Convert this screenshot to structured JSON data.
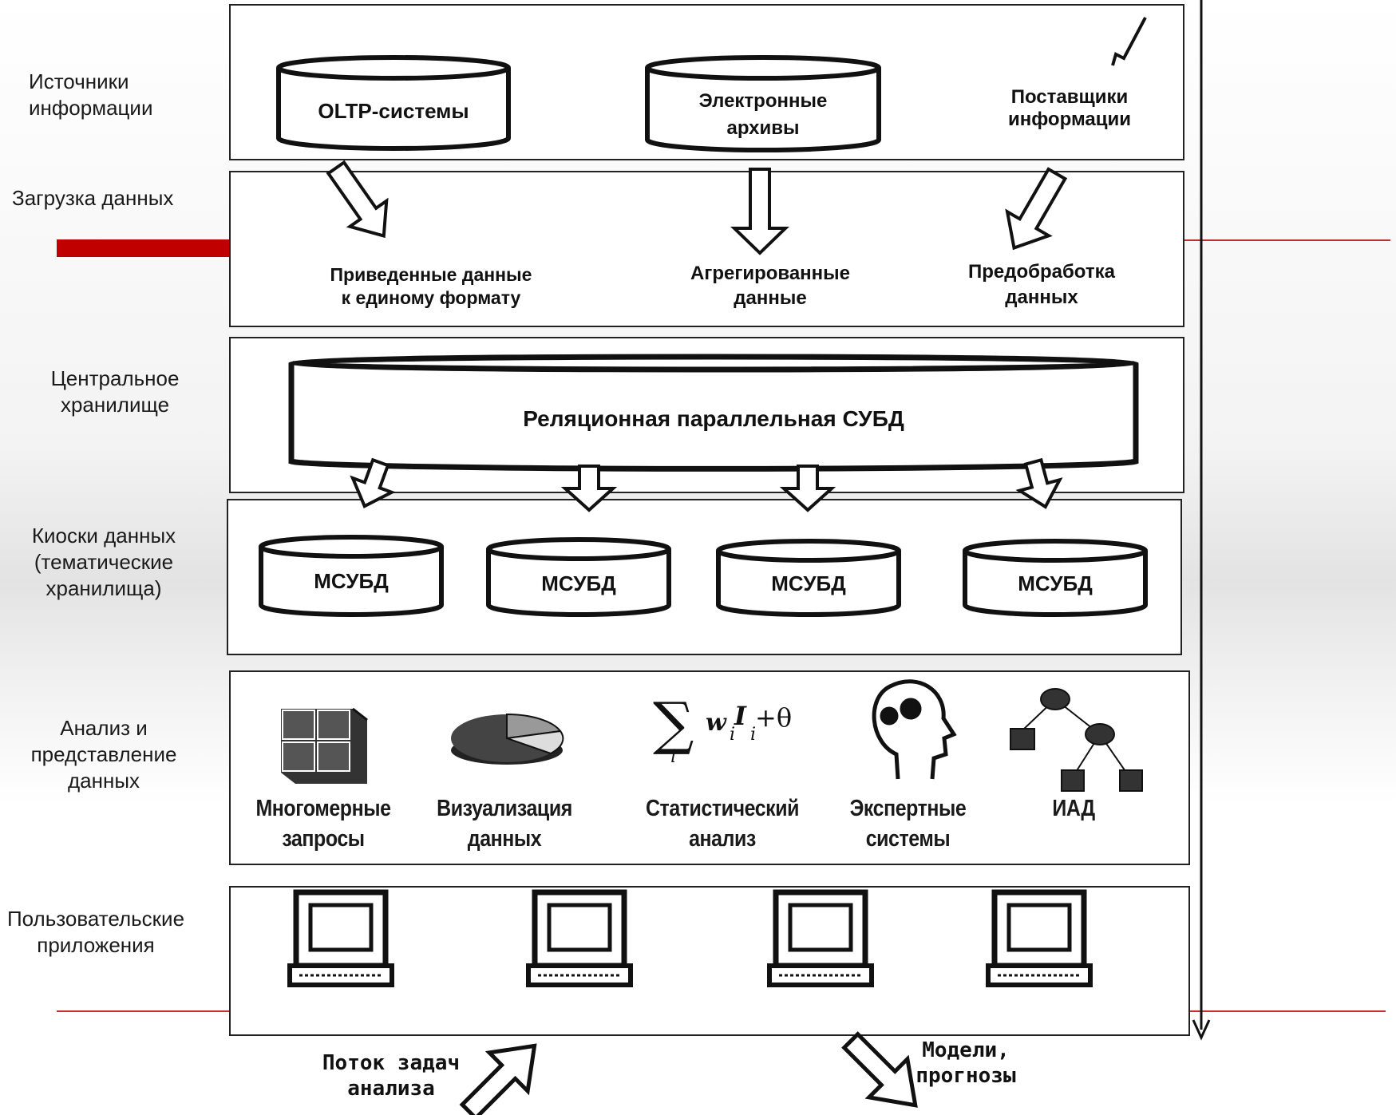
{
  "layers": [
    {
      "id": "sources",
      "label": "Источники\nинформации"
    },
    {
      "id": "load",
      "label": "Загрузка данных"
    },
    {
      "id": "central",
      "label": "Центральное\nхранилище"
    },
    {
      "id": "kiosks",
      "label": "Киоски данных\n(тематические\nхранилища)"
    },
    {
      "id": "analysis",
      "label": "Анализ и\nпредставление\nданных"
    },
    {
      "id": "apps",
      "label": "Пользовательские\nприложения"
    }
  ],
  "sources": {
    "oltp": "OLTP-системы",
    "archives": "Электронные\nархивы",
    "providers": "Поставщики\nинформации"
  },
  "loading": {
    "unified": "Приведенные данные\nк единому формату",
    "aggregated": "Агрегированные\nданные",
    "preprocessing": "Предобработка\nданных"
  },
  "central": {
    "dbms": "Реляционная параллельная СУБД"
  },
  "kiosks": {
    "items": [
      "МСУБД",
      "МСУБД",
      "МСУБД",
      "МСУБД"
    ]
  },
  "analysis": {
    "tools": [
      {
        "label": "Многомерные\nзапросы",
        "icon": "multidimensional-cube-icon"
      },
      {
        "label": "Визуализация\nданных",
        "icon": "pie-chart-icon"
      },
      {
        "label": "Статистический\nанализ",
        "icon": "sum-formula-icon"
      },
      {
        "label": "Экспертные\nсистемы",
        "icon": "brain-gear-icon"
      },
      {
        "label": "ИАД",
        "icon": "decision-tree-icon"
      }
    ],
    "formula": "∑ w I + θ"
  },
  "apps": {
    "count": 4,
    "icon": "computer-icon"
  },
  "flows": {
    "tasks": "Поток задач\nанализа",
    "models": "Модели,\nпрогнозы"
  },
  "colors": {
    "accent_red": "#c00000",
    "line": "#111111"
  }
}
